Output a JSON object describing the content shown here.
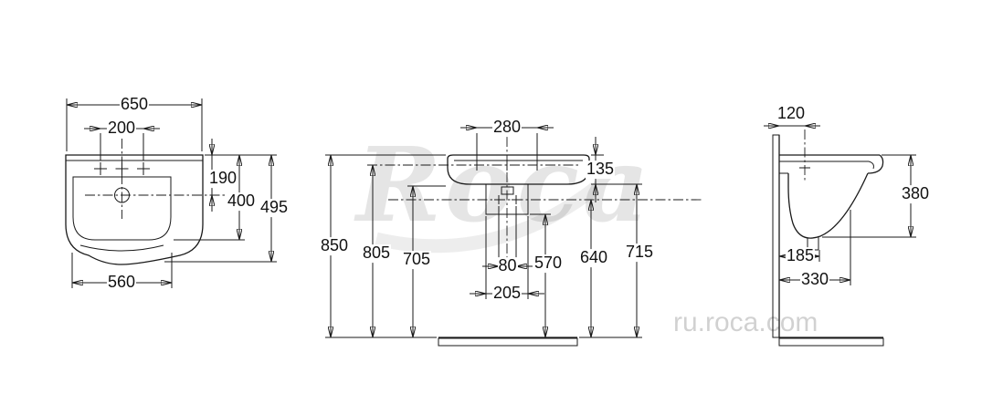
{
  "watermark": {
    "brand": "Roca",
    "site": "ru.roca.com"
  },
  "dims": {
    "front": {
      "overall_width": "650",
      "tap_hole_spacing": "200",
      "rim_to_drain": "190",
      "inner_depth": "400",
      "overall_depth": "495",
      "base_width": "560"
    },
    "side": {
      "hole_spacing": "280",
      "rim_thickness": "135",
      "height_rim": "850",
      "height_tap_line": "805",
      "height_underside": "705",
      "fixing_spacing": "80",
      "trap_width": "205",
      "height_570": "570",
      "height_640": "640",
      "height_715": "715"
    },
    "profile": {
      "wall_to_tap": "120",
      "front_height": "380",
      "wall_to_drain": "185",
      "wall_to_fixing": "330"
    }
  }
}
